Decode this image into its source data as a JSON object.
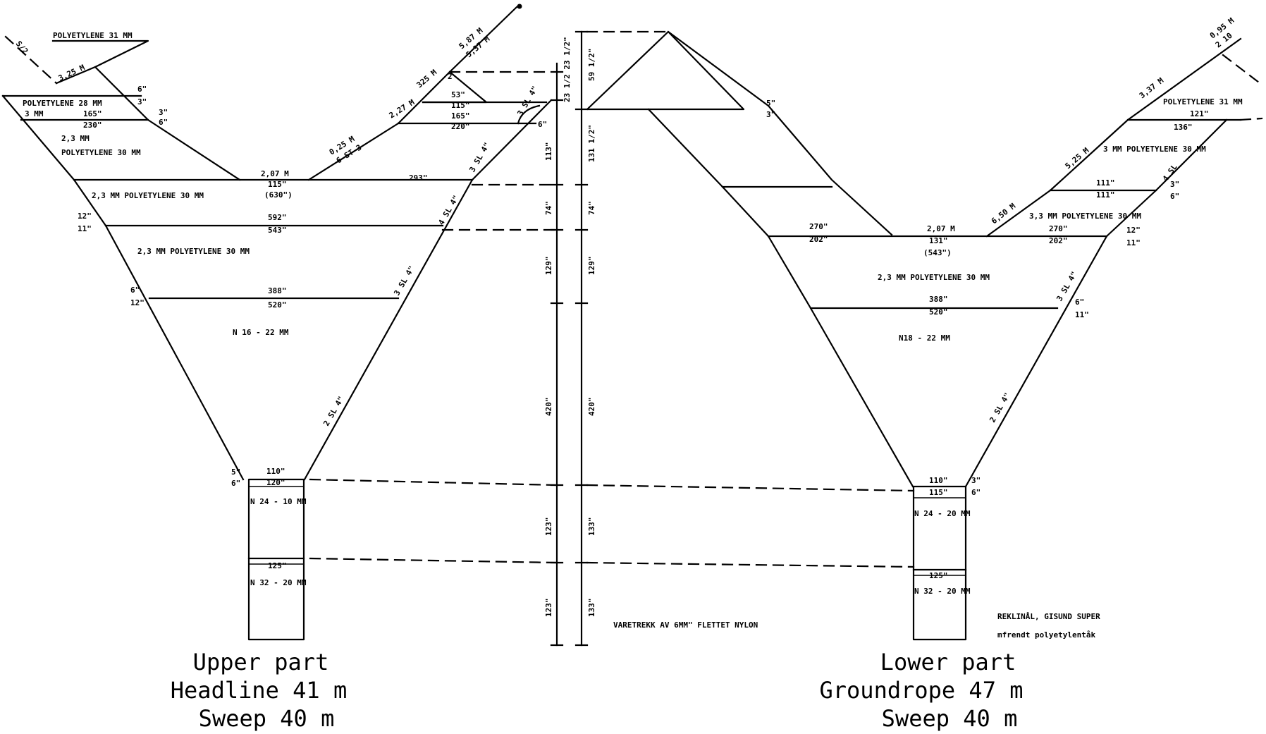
{
  "upper": {
    "captions": [
      "Upper part",
      "Headline 41 m",
      "Sweep 40 m"
    ],
    "materials": [
      "POLYETYLENE 31 MM",
      "POLYETYLENE 28 MM",
      "POLYETYLENE 30 MM",
      "2,3 MM",
      "2,3 MM  POLYETYLENE 30 MM",
      "2,3 MM  POLYETYLENE 30 MM",
      "N 16 - 22 MM",
      "N 24 - 10 MM",
      "N 32 - 20 MM"
    ],
    "labels": [
      "3,25 M",
      "3 MM",
      "6\"",
      "3\"",
      "165\"",
      "230\"",
      "3\"",
      "6\"",
      "2,07 M",
      "115\"",
      "(630\")",
      "293\"",
      "592\"",
      "543\"",
      "12\"",
      "11\"",
      "388\"",
      "520\"",
      "6\"",
      "12\"",
      "110\"",
      "120\"",
      "125\"",
      "5\"",
      "6\"",
      "0,25 M",
      "6 ST 3",
      "2,27 M",
      "325 M",
      "5,87 M",
      "5,37 M",
      "53\"",
      "115\"",
      "165\"",
      "220\"",
      "2",
      "6\"",
      "3 SL 4\"",
      "3 SL 4\"",
      "4 SL 4\"",
      "3 SL 4\"",
      "2 SL 4\"",
      "S/2"
    ],
    "scale_labels": [
      "23 1/2 23 1/2\"",
      "113\"",
      "74\"",
      "129\"",
      "420\"",
      "123\"",
      "123\""
    ]
  },
  "lower": {
    "captions": [
      "Lower part",
      "Groundrope 47 m",
      "Sweep 40 m"
    ],
    "materials": [
      "POLYETYLENE 31 MM",
      "3 MM POLYETYLENE 30 MM",
      "3,3 MM POLYETYLENE 30 MM",
      "2,3 MM POLYETYLENE 30 MM",
      "N18 - 22 MM",
      "N 24 - 20 MM",
      "N 32 - 20 MM"
    ],
    "labels": [
      "5\"",
      "3\"",
      "270\"",
      "202\"",
      "2,07 M",
      "131\"",
      "(543\")",
      "388\"",
      "520\"",
      "110\"",
      "115\"",
      "125\"",
      "3\"",
      "6\"",
      "6,50 M",
      "5,25 M",
      "3,37 M",
      "0,95 M",
      "2 10",
      "121\"",
      "136\"",
      "111\"",
      "111\"",
      "270\"",
      "202\"",
      "12\"",
      "11\"",
      "6\"",
      "11\"",
      "3\"",
      "6\"",
      "4 SL",
      "3 SL 4\"",
      "2 SL 4\""
    ],
    "scale_labels": [
      "59 1/2\"",
      "131 1/2\"",
      "74\"",
      "129\"",
      "420\"",
      "133\"",
      "133\""
    ],
    "notes": [
      "VARETREKK AV 6MM\" FLETTET NYLON",
      "REKLINÅL, GISUND SUPER",
      "mfrendt polyetylentåk"
    ]
  }
}
